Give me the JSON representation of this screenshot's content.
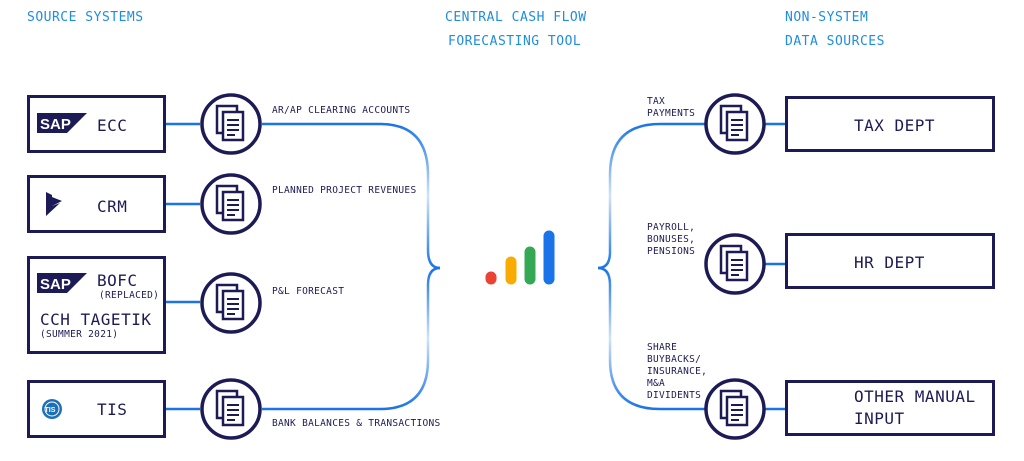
{
  "headers": {
    "source_systems": "SOURCE SYSTEMS",
    "central_line1": "CENTRAL CASH FLOW",
    "central_line2": "FORECASTING TOOL",
    "non_system_line1": "NON-SYSTEM",
    "non_system_line2": "DATA SOURCES"
  },
  "sources": [
    {
      "logo": "SAP",
      "label": "ECC"
    },
    {
      "logo": "dynamics-icon",
      "label": "CRM"
    },
    {
      "logo": "SAP",
      "label": "BOFC",
      "sub": "(REPLACED)",
      "label2": "CCH TAGETIK",
      "sub2": "(SUMMER 2021)"
    },
    {
      "logo": "TIS",
      "label": "TIS"
    }
  ],
  "left_connectors": [
    "AR/AP CLEARING ACCOUNTS",
    "PLANNED PROJECT REVENUES",
    "P&L FORECAST",
    "BANK BALANCES & TRANSACTIONS"
  ],
  "right_connectors": [
    [
      "TAX",
      "PAYMENTS"
    ],
    [
      "PAYROLL,",
      "BONUSES,",
      "PENSIONS"
    ],
    [
      "SHARE",
      "BUYBACKS/",
      "INSURANCE,",
      "M&A",
      "DIVIDENTS"
    ]
  ],
  "departments": [
    {
      "label": "TAX DEPT"
    },
    {
      "label": "HR DEPT"
    },
    {
      "label": "OTHER MANUAL",
      "label2": "INPUT"
    }
  ],
  "colors": {
    "navy": "#1d1b55",
    "blue": "#1f8de0",
    "bar1": "#ea4335",
    "bar2": "#f9ab00",
    "bar3": "#34a853",
    "bar4": "#1a73e8"
  }
}
